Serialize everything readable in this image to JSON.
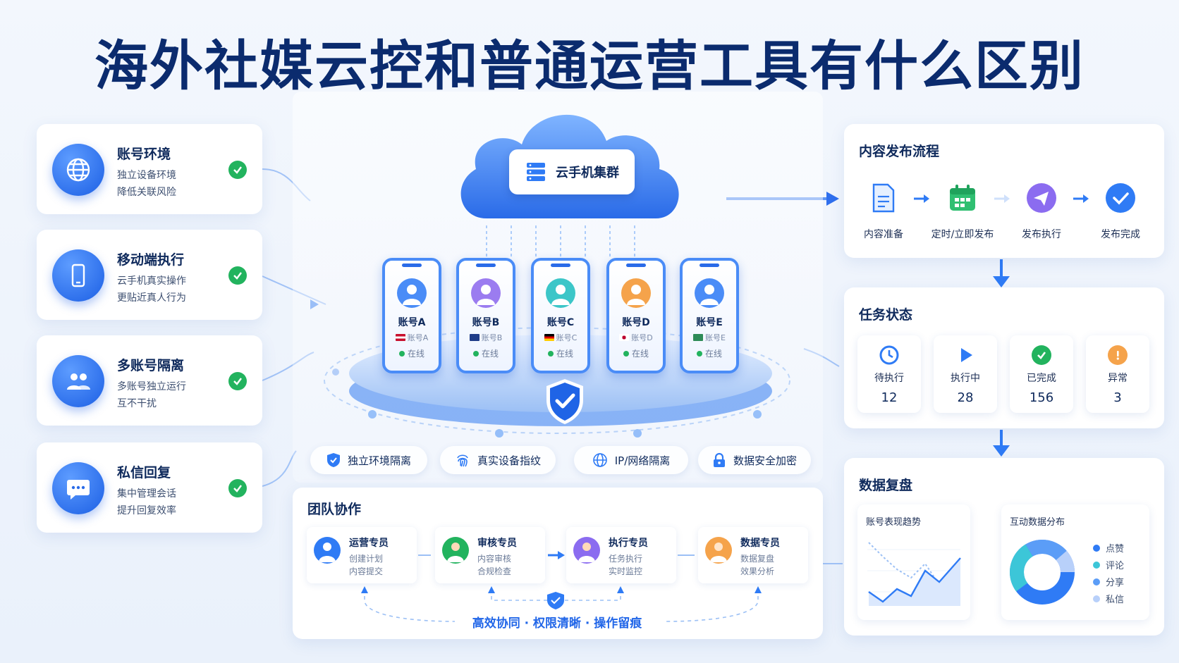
{
  "title": "海外社媒云控和普通运营工具有什么区别",
  "features": [
    {
      "title": "账号环境",
      "line1": "独立设备环境",
      "line2": "降低关联风险",
      "icon": "globe-icon"
    },
    {
      "title": "移动端执行",
      "line1": "云手机真实操作",
      "line2": "更贴近真人行为",
      "icon": "phone-icon"
    },
    {
      "title": "多账号隔离",
      "line1": "多账号独立运行",
      "line2": "互不干扰",
      "icon": "users-icon"
    },
    {
      "title": "私信回复",
      "line1": "集中管理会话",
      "line2": "提升回复效率",
      "icon": "chat-icon"
    }
  ],
  "cloud": {
    "label": "云手机集群"
  },
  "phones": [
    {
      "name": "账号A",
      "sub": "账号A",
      "status": "在线",
      "avatar_color": "#4a8cf7"
    },
    {
      "name": "账号B",
      "sub": "账号B",
      "status": "在线",
      "avatar_color": "#9b7cf0"
    },
    {
      "name": "账号C",
      "sub": "账号C",
      "status": "在线",
      "avatar_color": "#3cc6c8"
    },
    {
      "name": "账号D",
      "sub": "账号D",
      "status": "在线",
      "avatar_color": "#f5a34b"
    },
    {
      "name": "账号E",
      "sub": "账号E",
      "status": "在线",
      "avatar_color": "#4a8cf7"
    }
  ],
  "security_pills": [
    {
      "label": "独立环境隔离",
      "icon": "shield-icon"
    },
    {
      "label": "真实设备指纹",
      "icon": "fingerprint-icon"
    },
    {
      "label": "IP/网络隔离",
      "icon": "network-icon"
    },
    {
      "label": "数据安全加密",
      "icon": "lock-icon"
    }
  ],
  "publish": {
    "title": "内容发布流程",
    "steps": [
      {
        "label": "内容准备",
        "icon": "document-icon"
      },
      {
        "label": "定时/立即发布",
        "icon": "calendar-icon"
      },
      {
        "label": "发布执行",
        "icon": "send-icon"
      },
      {
        "label": "发布完成",
        "icon": "check-circle-icon"
      }
    ]
  },
  "tasks": {
    "title": "任务状态",
    "items": [
      {
        "label": "待执行",
        "value": "12",
        "icon": "clock-icon",
        "color": "#2f7bf5"
      },
      {
        "label": "执行中",
        "value": "28",
        "icon": "play-icon",
        "color": "#2f7bf5"
      },
      {
        "label": "已完成",
        "value": "156",
        "icon": "check-icon",
        "color": "#22b35e"
      },
      {
        "label": "异常",
        "value": "3",
        "icon": "warning-icon",
        "color": "#f5a34b"
      }
    ]
  },
  "review": {
    "title": "数据复盘",
    "trend_title": "账号表现趋势",
    "dist_title": "互动数据分布",
    "legend": [
      {
        "label": "点赞",
        "color": "#2f7bf5"
      },
      {
        "label": "评论",
        "color": "#3cc6d8"
      },
      {
        "label": "分享",
        "color": "#5b9df7"
      },
      {
        "label": "私信",
        "color": "#b8d0fa"
      }
    ]
  },
  "team": {
    "title": "团队协作",
    "roles": [
      {
        "name": "运营专员",
        "line1": "创建计划",
        "line2": "内容提交",
        "color": "#2f7bf5"
      },
      {
        "name": "审核专员",
        "line1": "内容审核",
        "line2": "合规检查",
        "color": "#22b35e"
      },
      {
        "name": "执行专员",
        "line1": "任务执行",
        "line2": "实时监控",
        "color": "#8b6cf0"
      },
      {
        "name": "数据专员",
        "line1": "数据复盘",
        "line2": "效果分析",
        "color": "#f5a34b"
      }
    ],
    "slogan": "高效协同 · 权限清晰 · 操作留痕"
  }
}
